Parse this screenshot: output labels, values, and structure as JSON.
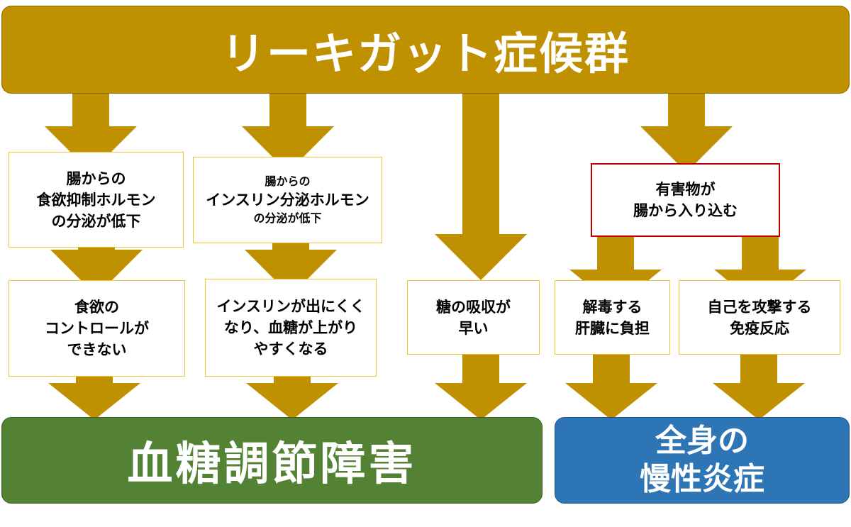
{
  "title": "リーキガット症候群",
  "colors": {
    "gold": "#bf9000",
    "green": "#548235",
    "blue": "#2e75b6",
    "box_border": "#f2c230",
    "red_border": "#c00000"
  },
  "boxes": {
    "hormone_appetite": {
      "line1": "腸からの",
      "line2": "食欲抑制ホルモン",
      "line3": "の分泌が低下"
    },
    "hormone_insulin": {
      "line1": "腸からの",
      "line2": "インスリン分泌ホルモン",
      "line3": "の分泌が低下"
    },
    "toxins": {
      "line1": "有害物が",
      "line2": "腸から入り込む"
    },
    "appetite_control": {
      "line1": "食欲の",
      "line2": "コントロールが",
      "line3": "できない"
    },
    "blood_sugar_rise": {
      "line1": "インスリンが出にくく",
      "line2": "なり、血糖が上がり",
      "line3": "やすくなる"
    },
    "fast_absorption": {
      "line1": "糖の吸収が",
      "line2": "早い"
    },
    "liver_burden": {
      "line1": "解毒する",
      "line2": "肝臓に負担"
    },
    "immune_attack": {
      "line1": "自己を攻撃する",
      "line2": "免疫反応"
    }
  },
  "outcomes": {
    "blood_sugar_disorder": "血糖調節障害",
    "inflammation_line1": "全身の",
    "inflammation_line2": "慢性炎症"
  }
}
